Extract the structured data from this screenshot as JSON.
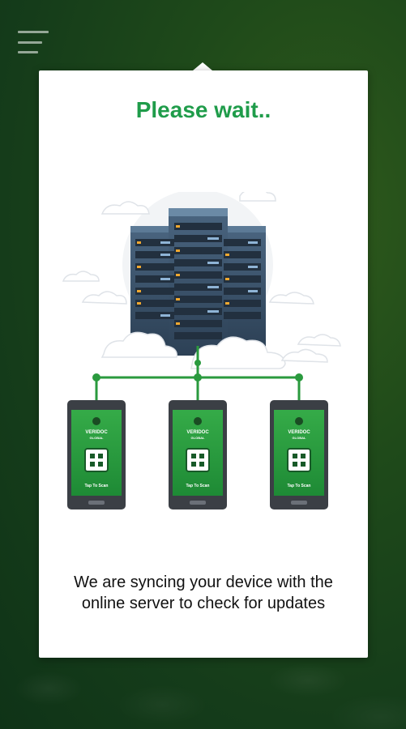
{
  "menu": {
    "icon": "hamburger-menu-icon"
  },
  "dialog": {
    "title": "Please wait..",
    "message": "We are syncing your device with the online server to check for updates"
  },
  "phones": [
    {
      "brand": "VERIDOC",
      "tagline": "GLOBAL",
      "button_label": "Tap To Scan"
    },
    {
      "brand": "VERIDOC",
      "tagline": "GLOBAL",
      "button_label": "Tap To Scan"
    },
    {
      "brand": "VERIDOC",
      "tagline": "GLOBAL",
      "button_label": "Tap To Scan"
    }
  ],
  "colors": {
    "accent": "#1f9c4a",
    "phone_screen": "#2a9a3e",
    "server": "#3a5068",
    "server_light": "#f0a830"
  }
}
